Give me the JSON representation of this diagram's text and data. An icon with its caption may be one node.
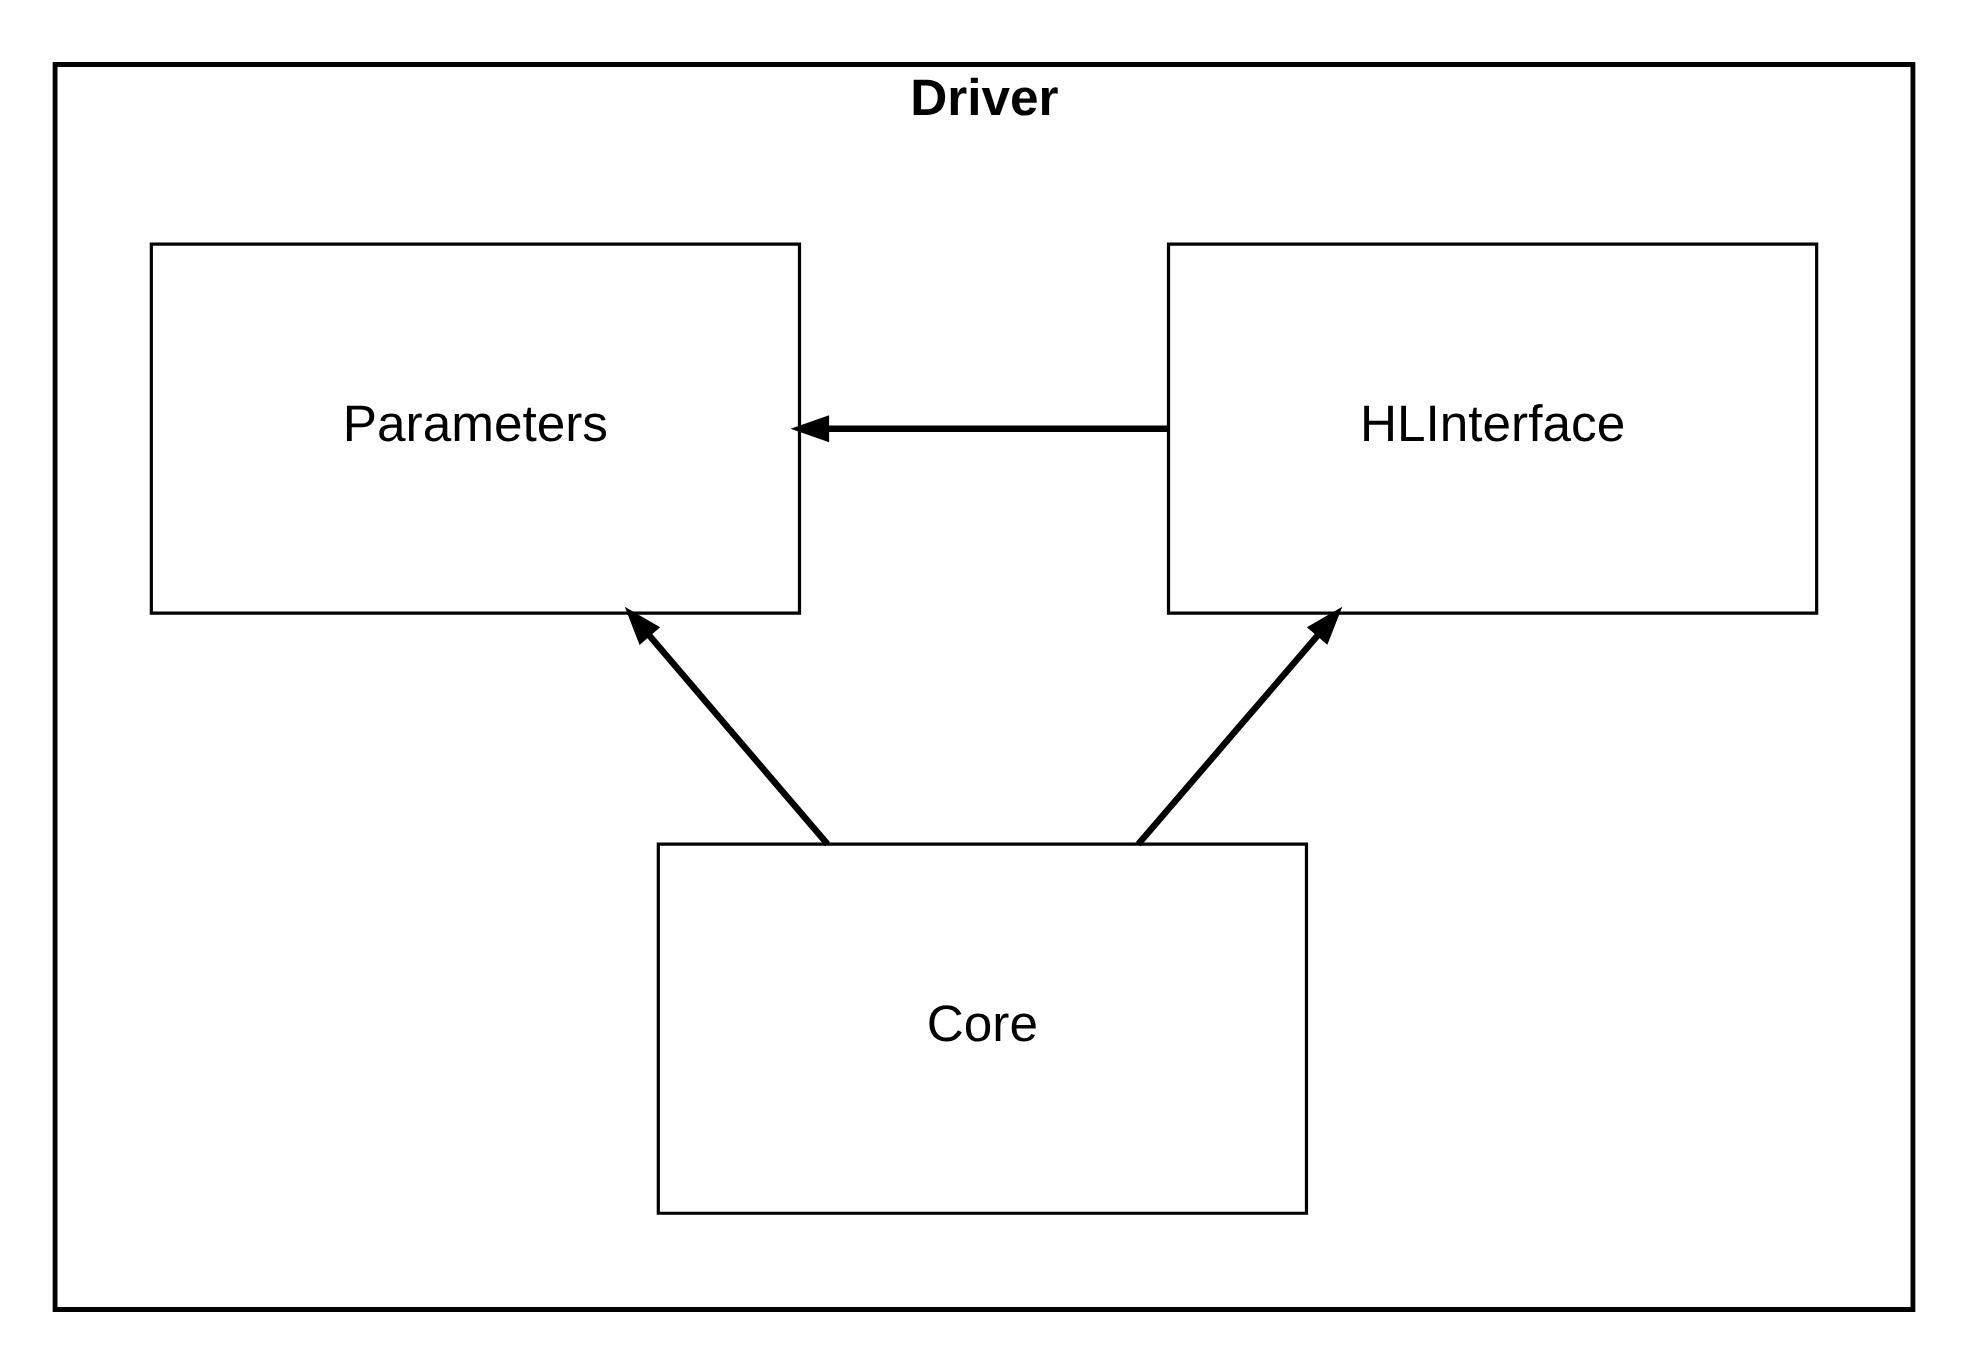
{
  "diagram": {
    "nodes": [
      {
        "text": [
          "Driver"
        ]
      },
      {
        "text": [
          "Parameters"
        ],
        "in": 0
      },
      {
        "text": [
          "HLInterface"
        ],
        "in": 0
      },
      {
        "text": [
          "Core"
        ],
        "in": 0
      }
    ],
    "edges": [
      {
        "from": 2,
        "to": 1,
        "arrow": "to"
      },
      {
        "from": 3,
        "to": 1,
        "arrow": "to"
      },
      {
        "from": 3,
        "to": 2,
        "arrow": "to"
      }
    ]
  }
}
